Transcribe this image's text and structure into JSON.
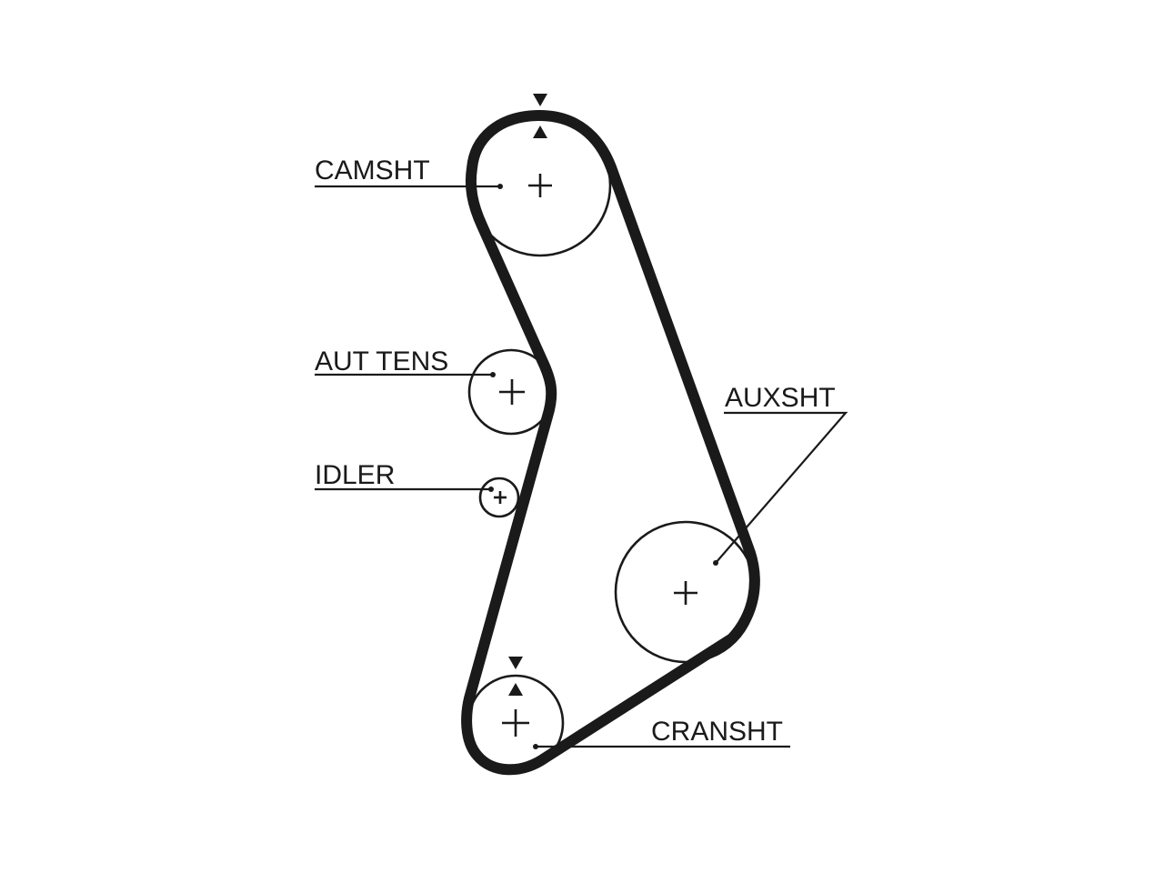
{
  "labels": {
    "camshaft": "CAMSHT",
    "tensioner": "AUT TENS",
    "idler": "IDLER",
    "auxiliary": "AUXSHT",
    "crankshaft": "CRANSHT"
  },
  "colors": {
    "line": "#1a1a1a",
    "background": "#ffffff"
  }
}
